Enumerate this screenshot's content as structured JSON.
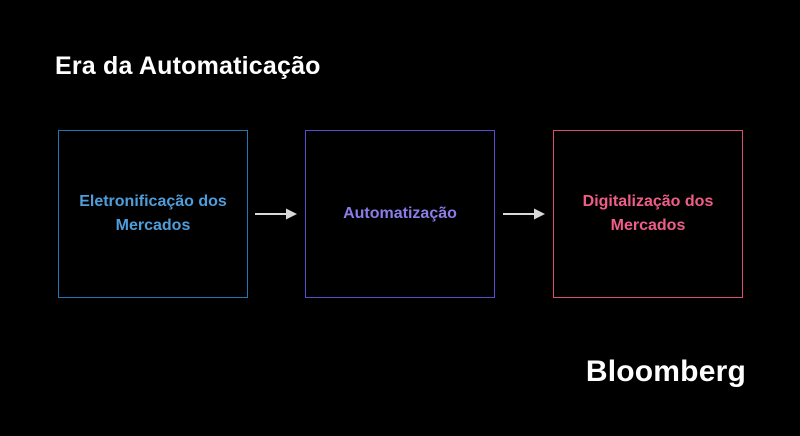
{
  "title": "Era da Automaticação",
  "colors": {
    "background": "#000000",
    "title": "#ffffff",
    "arrow": "#d8d8d8",
    "logo": "#ffffff"
  },
  "diagram": {
    "type": "flow",
    "boxes": [
      {
        "label": "Eletronificação dos Mercados",
        "border_color": "#2276b4",
        "text_color": "#4f9ddb"
      },
      {
        "label": "Automatização",
        "border_color": "#5a4bd0",
        "text_color": "#8b7ce8"
      },
      {
        "label": "Digitalização dos Mercados",
        "border_color": "#d84e74",
        "text_color": "#ef5d88"
      }
    ],
    "connections": [
      {
        "from": 0,
        "to": 1,
        "style": "arrow-right"
      },
      {
        "from": 1,
        "to": 2,
        "style": "arrow-right"
      }
    ]
  },
  "logo": {
    "label": "Bloomberg"
  }
}
